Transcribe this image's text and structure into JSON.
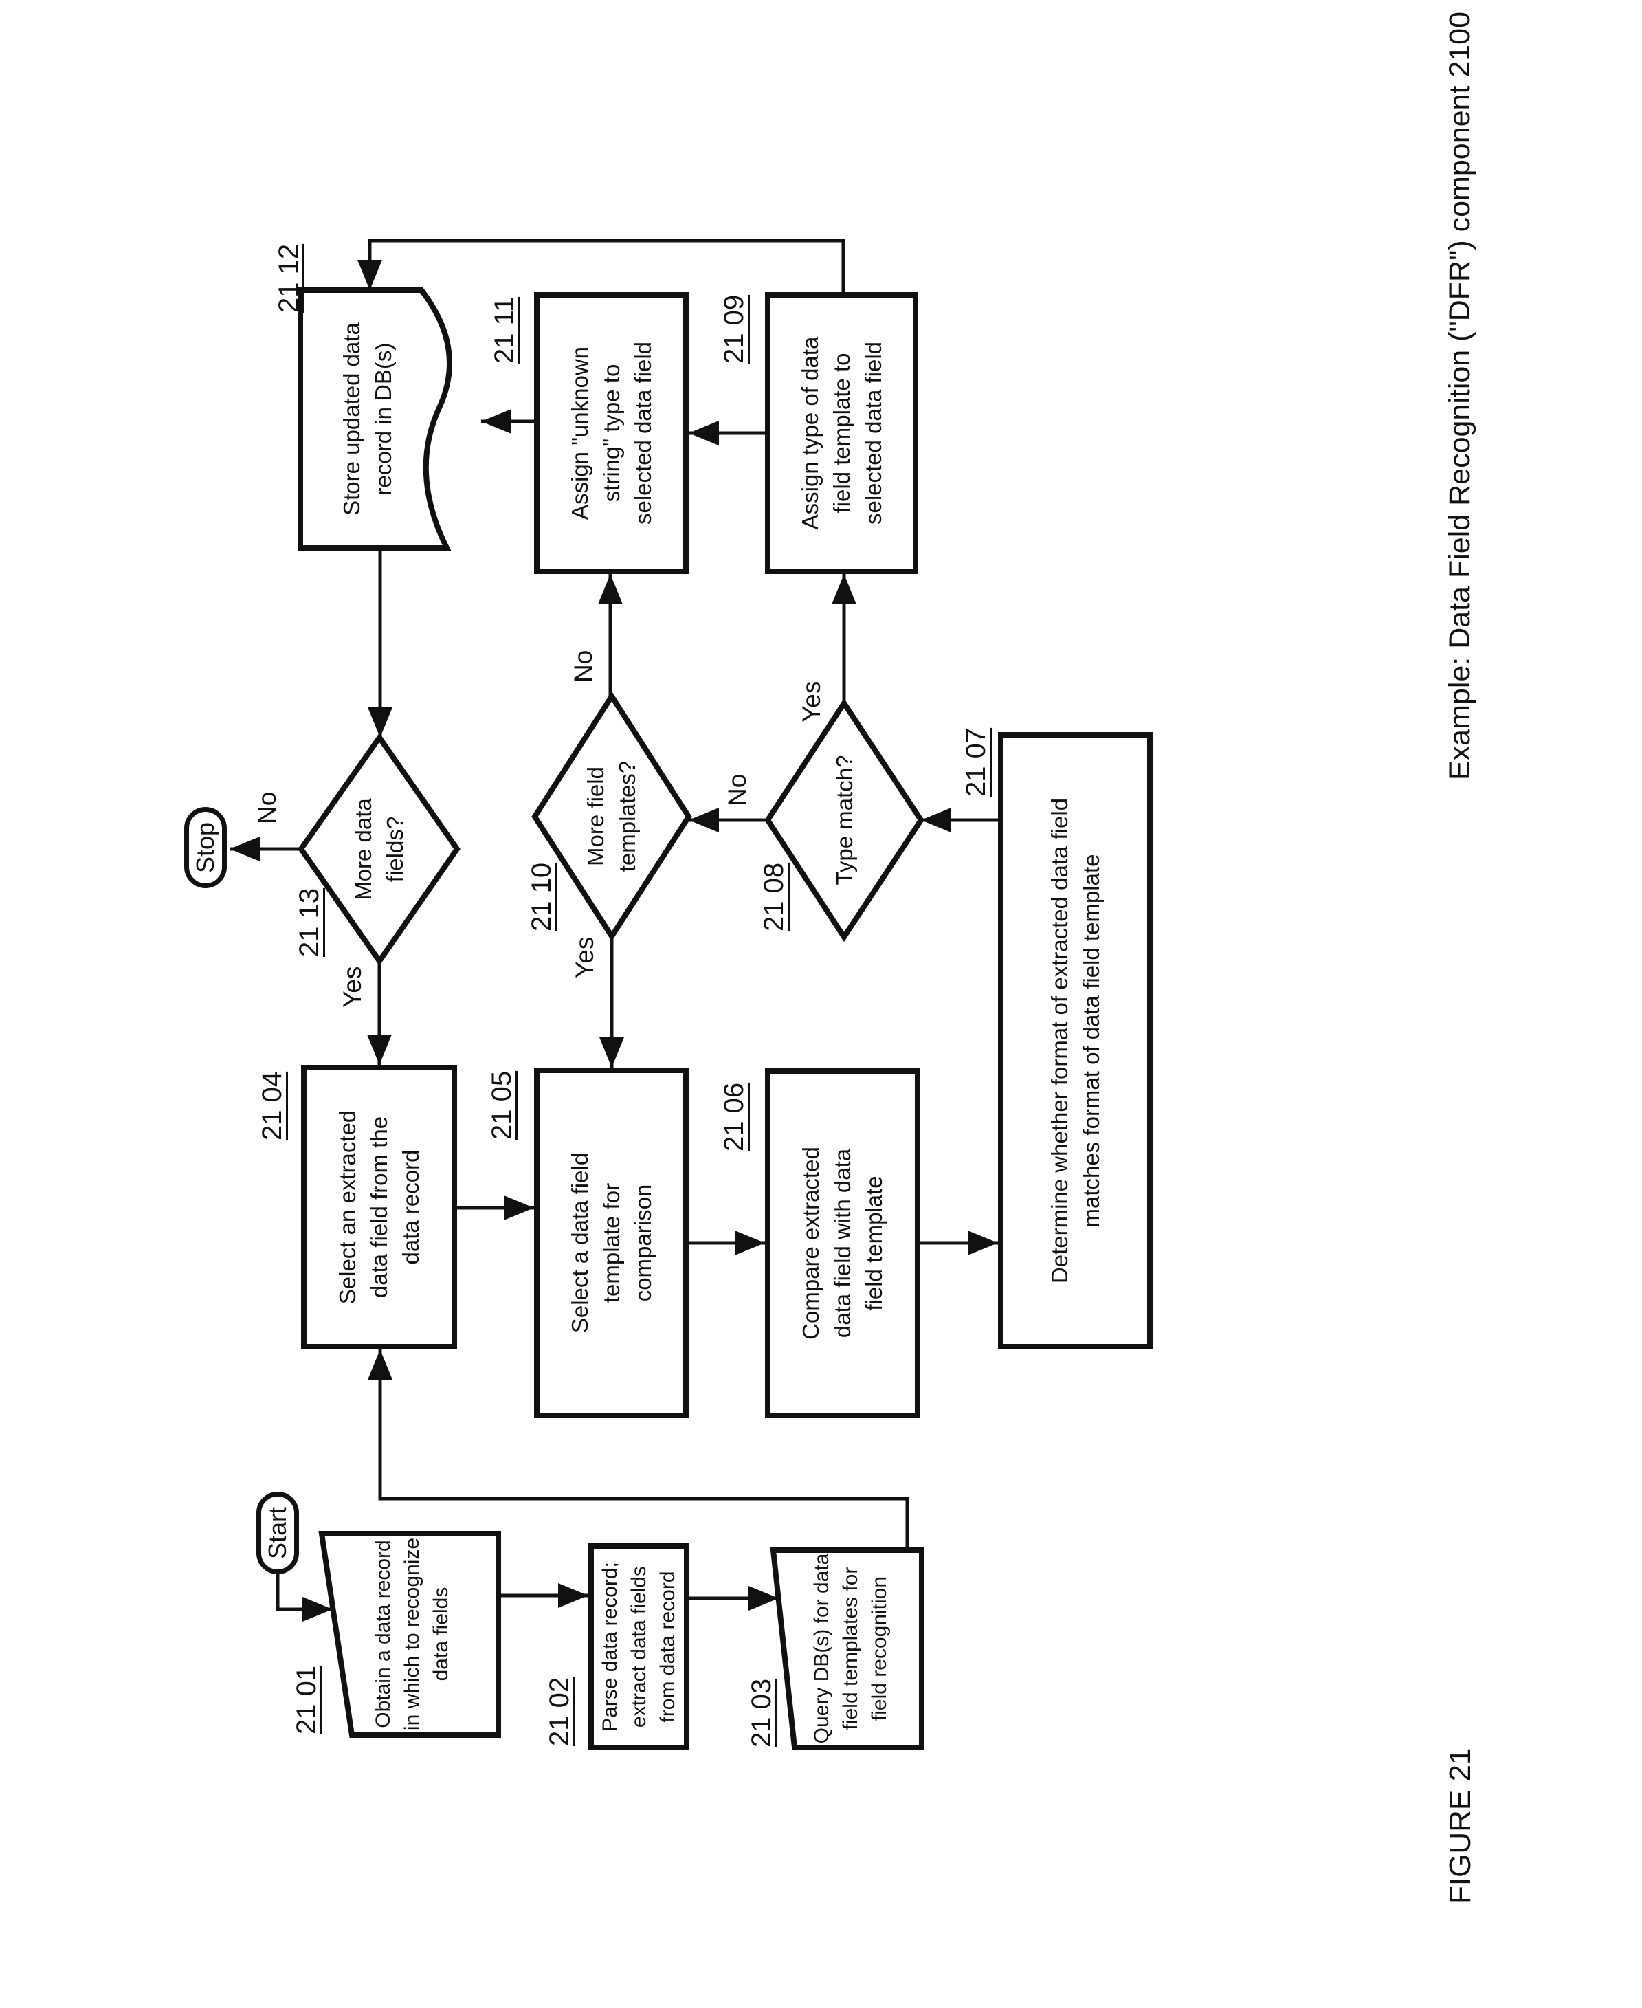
{
  "figure": {
    "caption": "Example: Data Field Recognition (\"DFR\") component 2100",
    "figure_label": "FIGURE 21"
  },
  "colors": {
    "ink": "#111111",
    "background": "#ffffff"
  },
  "terminals": {
    "start": "Start",
    "stop": "Stop"
  },
  "edge_labels": {
    "yes": "Yes",
    "no": "No"
  },
  "nodes": {
    "n2101": {
      "ref": "21 01",
      "shape": "manual-input",
      "lines": [
        "Obtain a data record",
        "in which to recognize",
        "data fields"
      ]
    },
    "n2102": {
      "ref": "21 02",
      "shape": "process",
      "lines": [
        "Parse data record;",
        "extract data fields",
        "from data record"
      ]
    },
    "n2103": {
      "ref": "21 03",
      "shape": "manual-input",
      "lines": [
        "Query DB(s) for data",
        "field templates for",
        "field recognition"
      ]
    },
    "n2104": {
      "ref": "21 04",
      "shape": "process",
      "lines": [
        "Select an extracted",
        "data field from the",
        "data record"
      ]
    },
    "n2105": {
      "ref": "21 05",
      "shape": "process",
      "lines": [
        "Select a data field",
        "template for",
        "comparison"
      ]
    },
    "n2106": {
      "ref": "21 06",
      "shape": "process",
      "lines": [
        "Compare extracted",
        "data field with data",
        "field template"
      ]
    },
    "n2107": {
      "ref": "21 07",
      "shape": "process",
      "lines": [
        "Determine whether format of extracted data field",
        "matches format of data field template"
      ]
    },
    "n2108": {
      "ref": "21 08",
      "shape": "decision",
      "lines": [
        "Type match?"
      ]
    },
    "n2109": {
      "ref": "21 09",
      "shape": "process",
      "lines": [
        "Assign type of data",
        "field template to",
        "selected data field"
      ]
    },
    "n2110": {
      "ref": "21 10",
      "shape": "decision",
      "lines": [
        "More field",
        "templates?"
      ]
    },
    "n2111": {
      "ref": "21 11",
      "shape": "process",
      "lines": [
        "Assign \"unknown",
        "string\" type to",
        "selected data field"
      ]
    },
    "n2112": {
      "ref": "21 12",
      "shape": "stored-data",
      "lines": [
        "Store updated data",
        "record in DB(s)"
      ]
    },
    "n2113": {
      "ref": "21 13",
      "shape": "decision",
      "lines": [
        "More data",
        "fields?"
      ]
    }
  }
}
